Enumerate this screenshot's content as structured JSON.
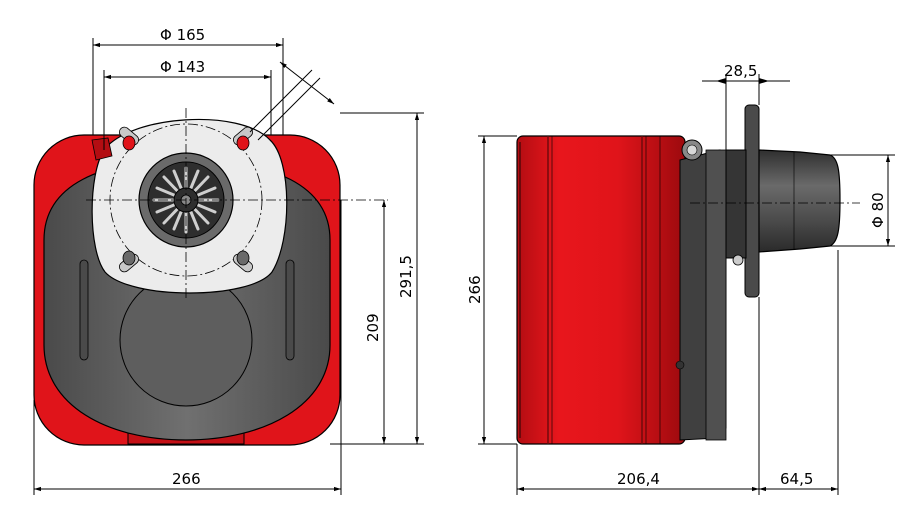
{
  "drawing": {
    "dimensions": {
      "front_dia_outer": "Φ 165",
      "front_dia_inner": "Φ 143",
      "front_width": "266",
      "front_height_total": "291,5",
      "front_height_center": "209",
      "side_height": "266",
      "side_length_body": "206,4",
      "side_length_tube": "64,5",
      "side_flange_thickness": "28,5",
      "side_tube_dia": "Φ 80"
    },
    "colors": {
      "housing_red": "#e0141a",
      "housing_red_dark": "#a80c10",
      "cover_grey": "#6d6d6d",
      "cover_grey_dark": "#3a3a3a",
      "flange_light": "#e8e8e8",
      "tube_dark": "#555555",
      "line": "#000000"
    }
  }
}
